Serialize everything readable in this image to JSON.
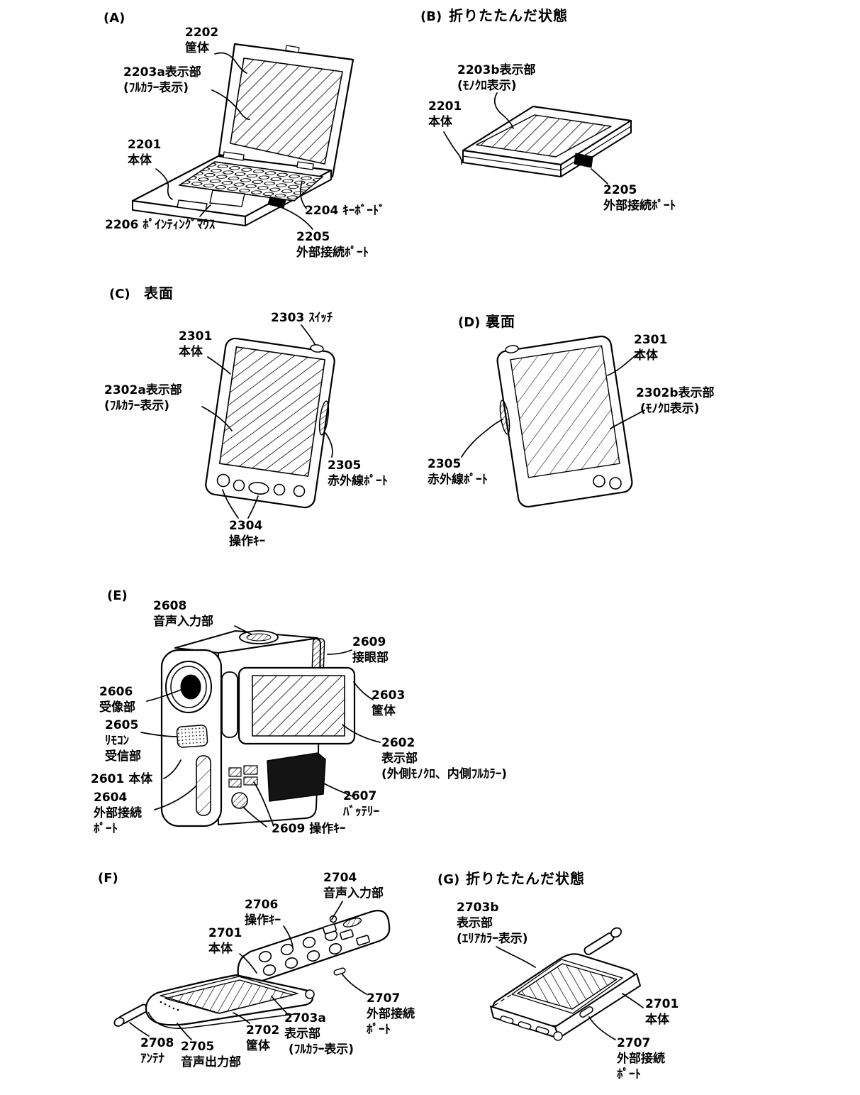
{
  "colors": {
    "ink": "#000000",
    "paper": "#ffffff"
  },
  "panels": {
    "a": {
      "tag": "(A)",
      "labels": {
        "housing": "2202\n筐体",
        "display": "2203a表示部\n(ﾌﾙｶﾗｰ表示)",
        "body": "2201\n本体",
        "keyboard": "2204 ｷｰﾎﾞｰﾄﾞ",
        "pointing_mouse": "2206 ﾎﾟｲﾝﾃｨﾝｸﾞﾏｳｽ",
        "ext_port": "2205\n外部接続ﾎﾟｰﾄ"
      }
    },
    "b": {
      "tag": "(B)",
      "title": "折りたたんだ状態",
      "labels": {
        "display": "2203b表示部\n(ﾓﾉｸﾛ表示)",
        "body": "2201\n本体",
        "ext_port": "2205\n外部接続ﾎﾟｰﾄ"
      }
    },
    "c": {
      "tag": "(C)",
      "title": "表面",
      "labels": {
        "switch": "2303 ｽｲｯﾁ",
        "body": "2301\n本体",
        "display": "2302a表示部\n(ﾌﾙｶﾗｰ表示)",
        "ir_port": "2305\n赤外線ﾎﾟｰﾄ",
        "op_keys": "2304\n操作ｷｰ"
      }
    },
    "d": {
      "tag": "(D)",
      "title": "裏面",
      "labels": {
        "body": "2301\n本体",
        "display": "2302b表示部\n (ﾓﾉｸﾛ表示)",
        "ir_port": "2305\n赤外線ﾎﾟｰﾄ"
      }
    },
    "e": {
      "tag": "(E)",
      "labels": {
        "audio_input": "2608\n音声入力部",
        "eyepiece": "2609\n接眼部",
        "image_receiver": "2606\n受像部",
        "housing": "2603\n筐体",
        "remote_receiver": "2605\nﾘﾓｺﾝ\n受信部",
        "body": "2601 本体",
        "ext_port": "2604\n外部接続\nﾎﾟｰﾄ",
        "display": "2602\n表示部\n(外側ﾓﾉｸﾛ、内側ﾌﾙｶﾗｰ)",
        "battery": "2607\nﾊﾞｯﾃﾘｰ",
        "op_keys": "2609 操作ｷｰ"
      }
    },
    "f": {
      "tag": "(F)",
      "labels": {
        "audio_input": "2704\n音声入力部",
        "op_keys": "2706\n操作ｷｰ",
        "body": "2701\n本体",
        "ext_port": "2707\n外部接続\nﾎﾟｰﾄ",
        "display": "2703a\n表示部\n (ﾌﾙｶﾗｰ表示)",
        "housing": "2702\n筐体",
        "audio_output": "2705\n音声出力部",
        "antenna": "2708\nｱﾝﾃﾅ"
      }
    },
    "g": {
      "tag": "(G)",
      "title": "折りたたんだ状態",
      "labels": {
        "display": "2703b\n表示部\n(ｴﾘｱｶﾗｰ表示)",
        "body": "2701\n本体",
        "ext_port": "2707\n外部接続\nﾎﾟｰﾄ"
      }
    }
  }
}
